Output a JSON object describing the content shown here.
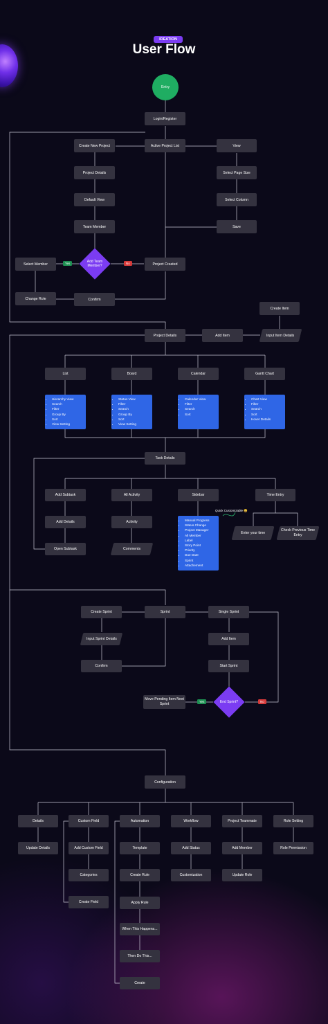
{
  "header": {
    "chip": "IDEATION",
    "title": "User Flow"
  },
  "flow": {
    "entry": "Entry",
    "login": "Login/Register",
    "active_project_list": "Active Project List",
    "create_new_project": "Create New Project",
    "project_details_setup": "Project Details",
    "default_view": "Default View",
    "team_member": "Team Member",
    "add_team_member_decision": "Add Team Member?",
    "yes": "Yes",
    "no": "No",
    "select_member": "Select Member",
    "change_role": "Change Role",
    "confirm": "Confirm",
    "project_created": "Project Created",
    "view": "View",
    "select_page_size": "Select Page Size",
    "select_column": "Select Column",
    "save": "Save",
    "project_details": "Project Details",
    "add_item": "Add Item",
    "input_item_details": "Input Item Details",
    "create_item": "Create Item"
  },
  "views": [
    {
      "label": "List",
      "items": [
        "Hierarchy View",
        "Search",
        "Filter",
        "Group By",
        "Sort",
        "View Setting"
      ]
    },
    {
      "label": "Board",
      "items": [
        "Status View",
        "Filter",
        "Search",
        "Group By",
        "Sort",
        "View Setting"
      ]
    },
    {
      "label": "Calendar",
      "items": [
        "Calendar View",
        "Filter",
        "Search",
        "Sort"
      ]
    },
    {
      "label": "Gantt Chart",
      "items": [
        "Chart View",
        "Filter",
        "Search",
        "Sort",
        "Hover Details"
      ]
    }
  ],
  "task": {
    "task_details": "Task Details",
    "add_subtask": "Add Subtask",
    "add_details": "Add Details",
    "open_subtask": "Open Subtask",
    "all_activity": "All Activity",
    "activity": "Activity",
    "comments": "Comments",
    "sidebar": "Sidebar",
    "quick_customizable": "Quick Customizable 😀",
    "sidebar_items": [
      "Manual Progress",
      "Status Change",
      "Project Manager",
      "All Member",
      "Label",
      "Story Point",
      "Priority",
      "Due Date",
      "Sprint",
      "Attachement"
    ],
    "time_entry": "Time Entry",
    "enter_your_time": "Enter your time",
    "check_previous_time_entry": "Check Previous Time Entry"
  },
  "sprint": {
    "sprint": "Sprint",
    "create_sprint": "Create Sprint",
    "input_sprint_details": "Input Sprint Details",
    "confirm": "Confirm",
    "single_sprint": "Single Sprint",
    "add_item": "Add Item",
    "start_sprint": "Start Sprint",
    "end_sprint": "End Sprint?",
    "yes": "Yes",
    "no": "No",
    "move_pending": "Move Pending Item Next Sprint"
  },
  "config": {
    "configuration": "Configuration",
    "details": "Details",
    "update_details": "Update Details",
    "custom_field": "Custom Field",
    "add_custom_field": "Add Custom Field",
    "categories": "Categories",
    "create_field": "Create Field",
    "automation": "Automation",
    "template": "Template",
    "create_rule": "Create Rule",
    "apply_rule": "Apply Rule",
    "when_this": "When This Happens...",
    "then_do_this": "Then Do This...",
    "create": "Create",
    "workflow": "Workflow",
    "add_status": "Add Status",
    "customization": "Customization",
    "project_teammate": "Project Teammate",
    "add_member": "Add Member",
    "update_role": "Update Role",
    "role_setting": "Role Setting",
    "role_permission": "Role Permission"
  },
  "colors": {
    "background": "#0b0919",
    "node": "#34323f",
    "entry": "#1fad62",
    "decision": "#7b3cf2",
    "blue": "#2f66e6",
    "yes": "#1d8f52",
    "no": "#d73a3a"
  }
}
